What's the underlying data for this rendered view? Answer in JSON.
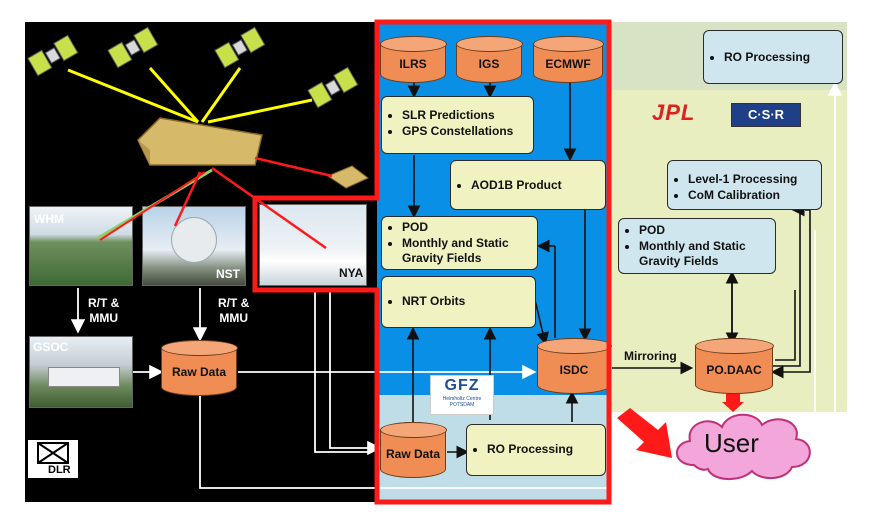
{
  "archives": {
    "ilrs": "ILRS",
    "igs": "IGS",
    "ecmwf": "ECMWF",
    "raw_data_left": "Raw Data",
    "isdc": "ISDC",
    "raw_data_gfz": "Raw Data",
    "podaac": "PO.DAAC"
  },
  "gfz_boxes": {
    "slr": [
      "SLR Predictions",
      "GPS Constellations"
    ],
    "aod": "AOD1B Product",
    "pod": [
      "POD",
      "Monthly and Static Gravity Fields"
    ],
    "nrt": "NRT Orbits",
    "ro": "RO Processing"
  },
  "jpl_boxes": {
    "ro_top": "RO Processing",
    "level1": [
      "Level-1 Processing",
      "CoM Calibration"
    ],
    "pod": [
      "POD",
      "Monthly and Static Gravity Fields"
    ]
  },
  "stations": {
    "whm": "WHM",
    "nst": "NST",
    "nya": "NYA",
    "gsoc": "GSOC"
  },
  "link_labels": {
    "rt_mmu_left": "R/T &\nMMU",
    "rt_mmu_right": "R/T &\nMMU",
    "mirroring": "Mirroring"
  },
  "logos": {
    "jpl": "JPL",
    "csr": "C·S·R",
    "gfz": "GFZ",
    "gfz_sub": "Helmholtz Centre POTSDAM",
    "dlr": "DLR"
  },
  "user": "User",
  "colors": {
    "red_frame": "#ff1a1a",
    "gfz_blue": "#0a8fe6",
    "light_blue": "#bfdde6",
    "green_panel": "#e9eec0",
    "archive_orange": "#f08d55",
    "user_pink": "#f2a6d9"
  }
}
